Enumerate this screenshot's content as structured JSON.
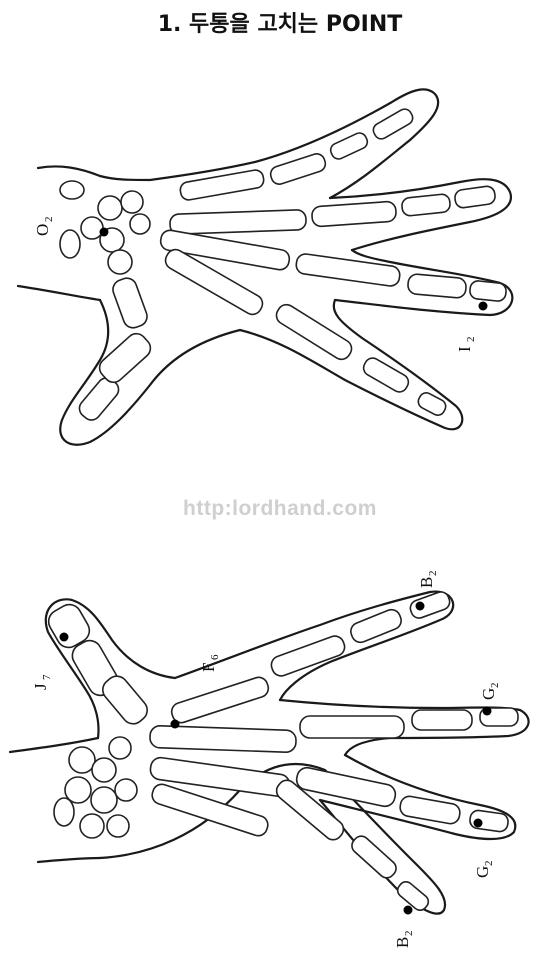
{
  "title": "1. 두통을 고치는 POINT",
  "watermark": "http:lordhand.com",
  "points": {
    "top_hand": [
      {
        "label": "O",
        "sub": "2"
      },
      {
        "label": "I",
        "sub": "2"
      }
    ],
    "bottom_hand": [
      {
        "label": "B",
        "sub": "2",
        "position": "index-finger-tip"
      },
      {
        "label": "F",
        "sub": "6"
      },
      {
        "label": "J",
        "sub": "7"
      },
      {
        "label": "G",
        "sub": "2",
        "position": "middle-finger-tip"
      },
      {
        "label": "G",
        "sub": "2",
        "position": "ring-finger-tip"
      },
      {
        "label": "B",
        "sub": "2",
        "position": "little-finger-tip"
      }
    ]
  }
}
